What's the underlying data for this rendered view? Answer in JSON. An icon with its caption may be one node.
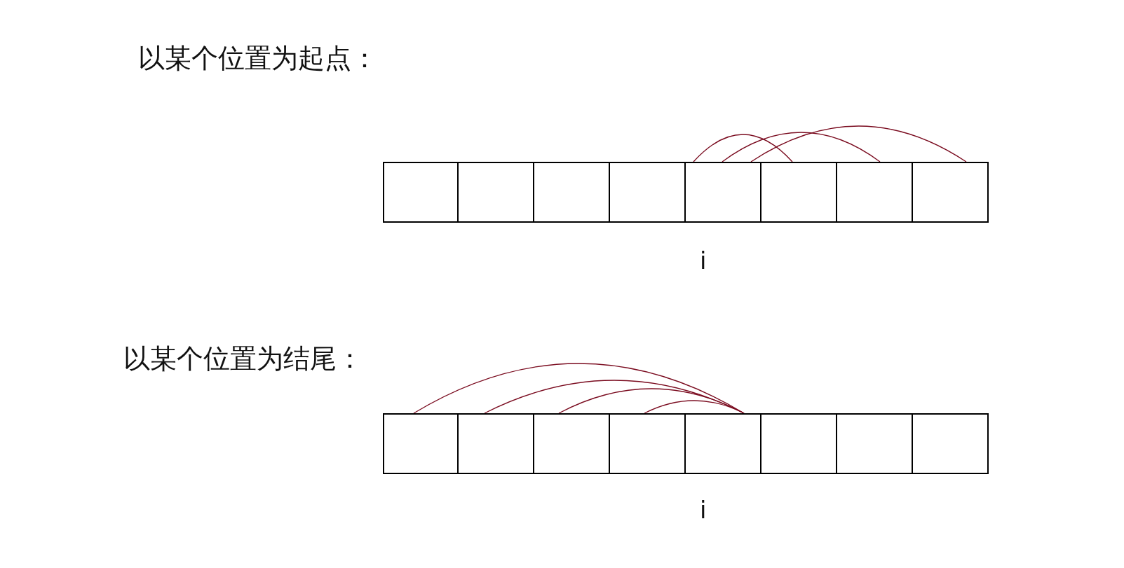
{
  "diagram": {
    "nodes": [
      {
        "text": [],
        "shape": "box"
      },
      {
        "text": [],
        "shape": "box"
      },
      {
        "text": [],
        "shape": "box"
      },
      {
        "text": [],
        "shape": "box"
      },
      {
        "text": [],
        "shape": "box"
      },
      {
        "text": [],
        "shape": "box"
      },
      {
        "text": [],
        "shape": "box"
      },
      {
        "text": [],
        "shape": "box"
      },
      {
        "text": [],
        "shape": "box"
      },
      {
        "text": [],
        "shape": "box"
      },
      {
        "text": [],
        "shape": "box"
      },
      {
        "text": [],
        "shape": "box"
      },
      {
        "text": [],
        "shape": "box"
      },
      {
        "text": [],
        "shape": "box"
      },
      {
        "text": [],
        "shape": "box"
      },
      {
        "text": [],
        "shape": "box"
      }
    ],
    "edges": [
      {
        "from": 4,
        "to": 5,
        "arrow": "none"
      },
      {
        "from": 4,
        "to": 6,
        "arrow": "none"
      },
      {
        "from": 4,
        "to": 7,
        "arrow": "none"
      },
      {
        "from": 8,
        "to": 12,
        "arrow": "none"
      },
      {
        "from": 9,
        "to": 12,
        "arrow": "none"
      },
      {
        "from": 10,
        "to": 12,
        "arrow": "none"
      },
      {
        "from": 11,
        "to": 12,
        "arrow": "none"
      }
    ],
    "labels": [
      "以某个位置为起点：",
      "i",
      "以某个位置为结尾：",
      "i"
    ]
  }
}
